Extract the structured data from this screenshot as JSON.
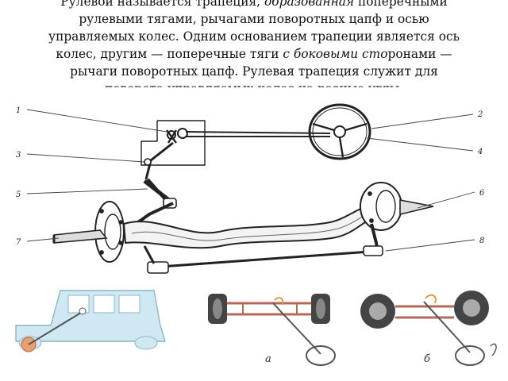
{
  "text": {
    "line1_a": "Рулевой называется трапеция, ",
    "line1_em": "образованная",
    "line1_b": " поперечными",
    "line2": "рулевыми тягами, рычагами поворотных цапф и осью",
    "line3": "управляемых колес. Одним основанием трапеции является ось",
    "line4": "колес, другим — поперечные тяги ",
    "line4_em": "с боковыми сто",
    "line4_b": "ронами —",
    "line5": "рычаги  поворотных цапф. Рулевая трапеция служит для",
    "line6": "поворота управляемых колес на разные углы."
  },
  "figure": {
    "callouts": [
      "1",
      "2",
      "3",
      "4",
      "5",
      "6",
      "7",
      "8"
    ],
    "variant_a": "а",
    "variant_b": "б"
  },
  "colors": {
    "text": "#111111",
    "line_art": "#222222",
    "car_fill": "#cfe8f2",
    "car_stroke": "#8ab6c8",
    "steering_box": "#e8a070",
    "frame_rails": "#b46a5a",
    "tire": "#444444"
  }
}
